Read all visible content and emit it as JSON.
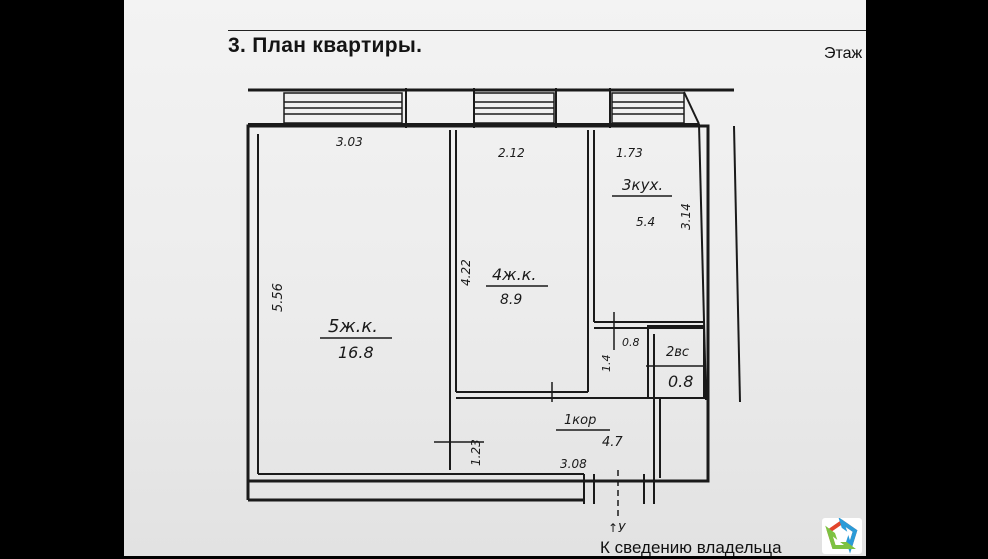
{
  "document": {
    "heading": "3.   План квартиры.",
    "floor_label": "Этаж",
    "footer_note": "К сведению владельца"
  },
  "plan": {
    "rooms": [
      {
        "number": "5",
        "name": "5ж.к.",
        "area": "16.8"
      },
      {
        "number": "4",
        "name": "4ж.к.",
        "area": "8.9"
      },
      {
        "number": "3",
        "name": "3кух.",
        "area": "5.4"
      },
      {
        "number": "1",
        "name": "1кор",
        "area": "4.7"
      },
      {
        "number": "2",
        "name": "2вс",
        "area": "0.8"
      }
    ],
    "dimensions": {
      "room5_width": "3.03",
      "room5_length": "5.56",
      "room4_width": "2.12",
      "room4_length": "4.22",
      "kitchen_width": "1.73",
      "kitchen_length": "3.14",
      "corridor_width": "3.08",
      "corridor_length": "1.23",
      "bath_width": "0.8",
      "bath_length": "1.4"
    },
    "entrance_mark": "↑У"
  },
  "colors": {
    "ink": "#1a1a1a",
    "paper": "#efefef",
    "background": "#000000"
  }
}
